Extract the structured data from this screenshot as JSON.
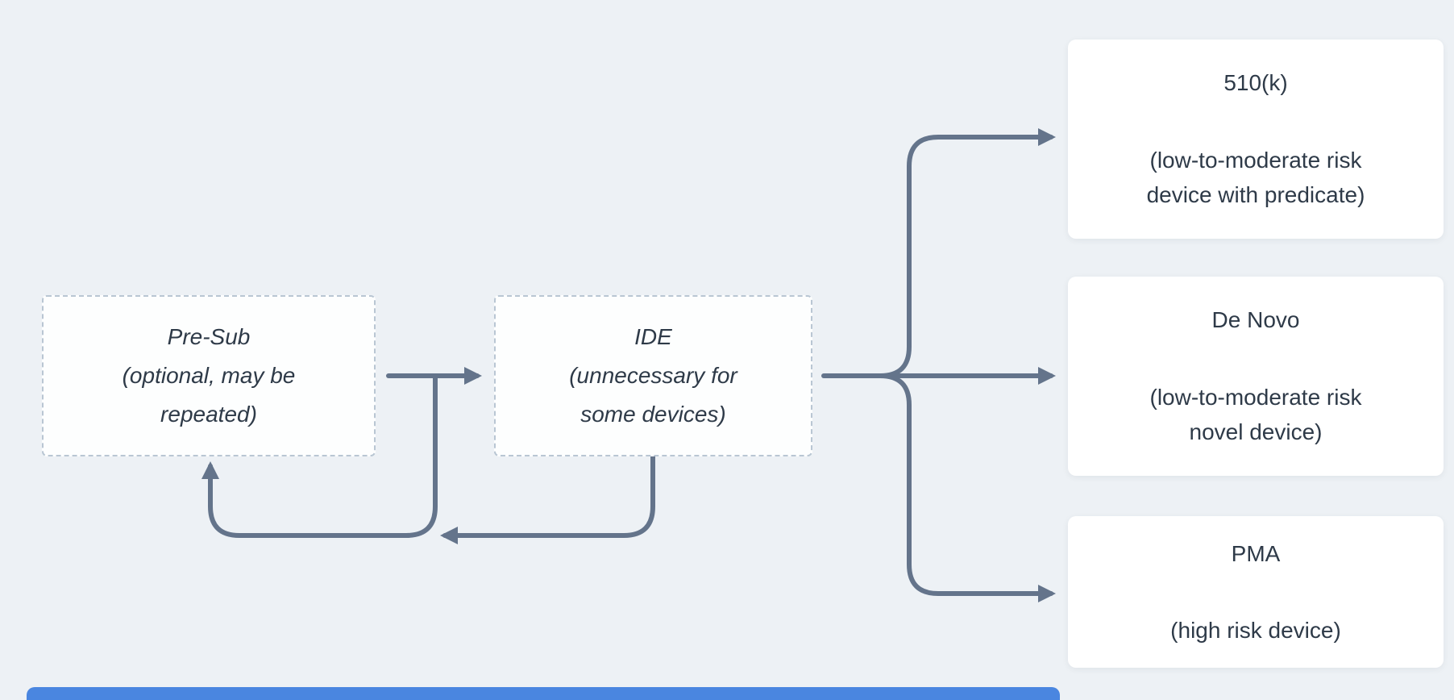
{
  "colors": {
    "page-bg": "#edf1f5",
    "text": "#2e3a48",
    "arrow": "#64748b",
    "dashed-border": "#b9c6d3",
    "node-bg": "#ffffff",
    "accent-bar": "#4a86e0"
  },
  "diagram": {
    "nodes": {
      "presub": {
        "title": "Pre-Sub",
        "subtitle": "(optional, may be\nrepeated)"
      },
      "ide": {
        "title": "IDE",
        "subtitle": "(unnecessary for\nsome devices)"
      },
      "k510": {
        "title": "510(k)",
        "subtitle": "(low-to-moderate risk\ndevice with predicate)"
      },
      "denovo": {
        "title": "De Novo",
        "subtitle": "(low-to-moderate risk\nnovel device)"
      },
      "pma": {
        "title": "PMA",
        "subtitle": "(high risk device)"
      }
    },
    "edges": [
      {
        "from": "Pre-Sub",
        "to": "IDE"
      },
      {
        "from": "IDE",
        "to": "Pre-Sub"
      },
      {
        "from": "IDE",
        "to": "510(k)"
      },
      {
        "from": "IDE",
        "to": "De Novo"
      },
      {
        "from": "IDE",
        "to": "PMA"
      }
    ]
  }
}
